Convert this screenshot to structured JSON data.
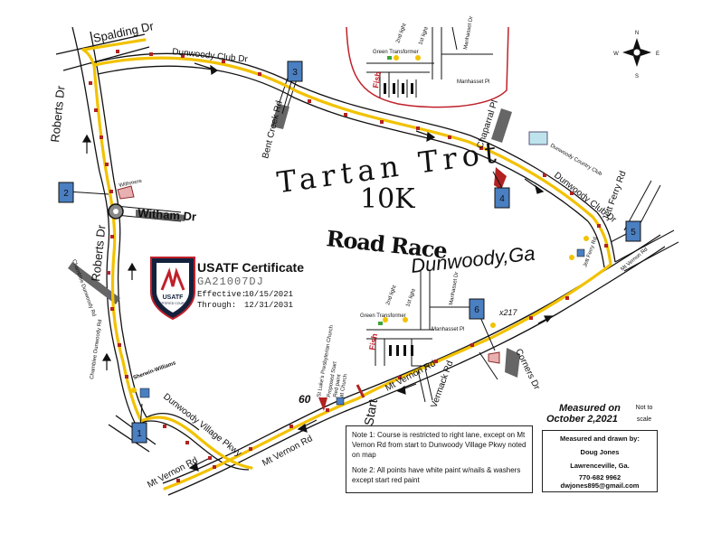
{
  "title": {
    "line1": "Tartan Trot",
    "line2": "10K",
    "line3": "Road Race",
    "location": "Dunwoody,Ga"
  },
  "compass": {
    "n": "N",
    "s": "S",
    "e": "E",
    "w": "W"
  },
  "streets": {
    "spalding": "Spalding Dr",
    "dunwoody_club_top": "Dunwoody Club Dr",
    "dunwoody_club_right": "Dunwoody Club Dr",
    "roberts_top": "Roberts Dr",
    "roberts_mid": "Roberts Dr",
    "bent_creek": "Bent Creek Rd",
    "chaparral": "Chaparral Pl",
    "country_club": "Dunwoody Country Club",
    "jett_ferry_top": "Jett Ferry Rd",
    "jett_ferry_bottom": "Jett Ferry Rd",
    "mt_vernon_east": "Mt Vernon Rd",
    "witham": "Witham Dr",
    "withmere": "Withmere",
    "chamblee_dunwoody_rd": "Chamblee Dunwoody Rd",
    "chamblee_dunwoody_left": "Chamblee Dunwoody Rd",
    "sherwin_williams": "Sherwin-Williams",
    "dunwoody_village": "Dunwoody Village Pkwy",
    "mt_vernon_sw": "Mt Vernon Rd",
    "mt_vernon_mid": "Mt Vernon Rd",
    "mt_vernon_start": "Mt Vernon Rd",
    "vermack": "Vermack Rd",
    "corners": "Corners Dr",
    "manhasset_top_dr": "Manhasset Dr",
    "manhasset_top_pl": "Manhasset Pl",
    "manhasset_bottom_dr": "Manhasset Dr",
    "manhasset_bottom_pl": "Manhasset Pl",
    "st_lukes": "St Luke's Presbyterian Church",
    "start": "Start"
  },
  "inset_labels": {
    "green_transformer": "Green Transformer",
    "second_light": "2nd light",
    "first_light": "1st light",
    "fish": "Fish"
  },
  "notes_start": {
    "line1": "Proposed Start",
    "line2": "Red paint",
    "line3": "at Church"
  },
  "markers": {
    "m1": "1",
    "m2": "2",
    "m3": "3",
    "m4": "4",
    "m5": "5",
    "m6": "6",
    "sixty": "60",
    "x217": "x217"
  },
  "certificate": {
    "title": "USATF Certificate",
    "number": "GA21007DJ",
    "effective_label": "Effective:",
    "effective_date": "10/15/2021",
    "through_label": "Through:",
    "through_date": "12/31/2031",
    "logo_text": "USATF",
    "logo_sub": "CERTIFIED COURSE"
  },
  "notes": {
    "note1": "Note 1: Course is restricted to right lane, except on Mt Vernon Rd from start to Dunwoody Village Pkwy noted on map",
    "note2": "Note 2: All points have white paint w/nails & washers except start red paint"
  },
  "measured": {
    "line1": "Measured on",
    "line2": "October 2,2021",
    "not_to": "Not to",
    "scale": "scale"
  },
  "drawn_by": {
    "heading": "Measured and drawn by:",
    "name": "Doug Jones",
    "city": "Lawrenceville, Ga.",
    "phone": "770-682 9962",
    "email": "dwjones895@gmail.com"
  },
  "colors": {
    "route": "#f2c200",
    "road": "#111111",
    "marker_fill": "#4a7fc1",
    "inset_border": "#c0202a",
    "paint_point": "#b22222"
  }
}
